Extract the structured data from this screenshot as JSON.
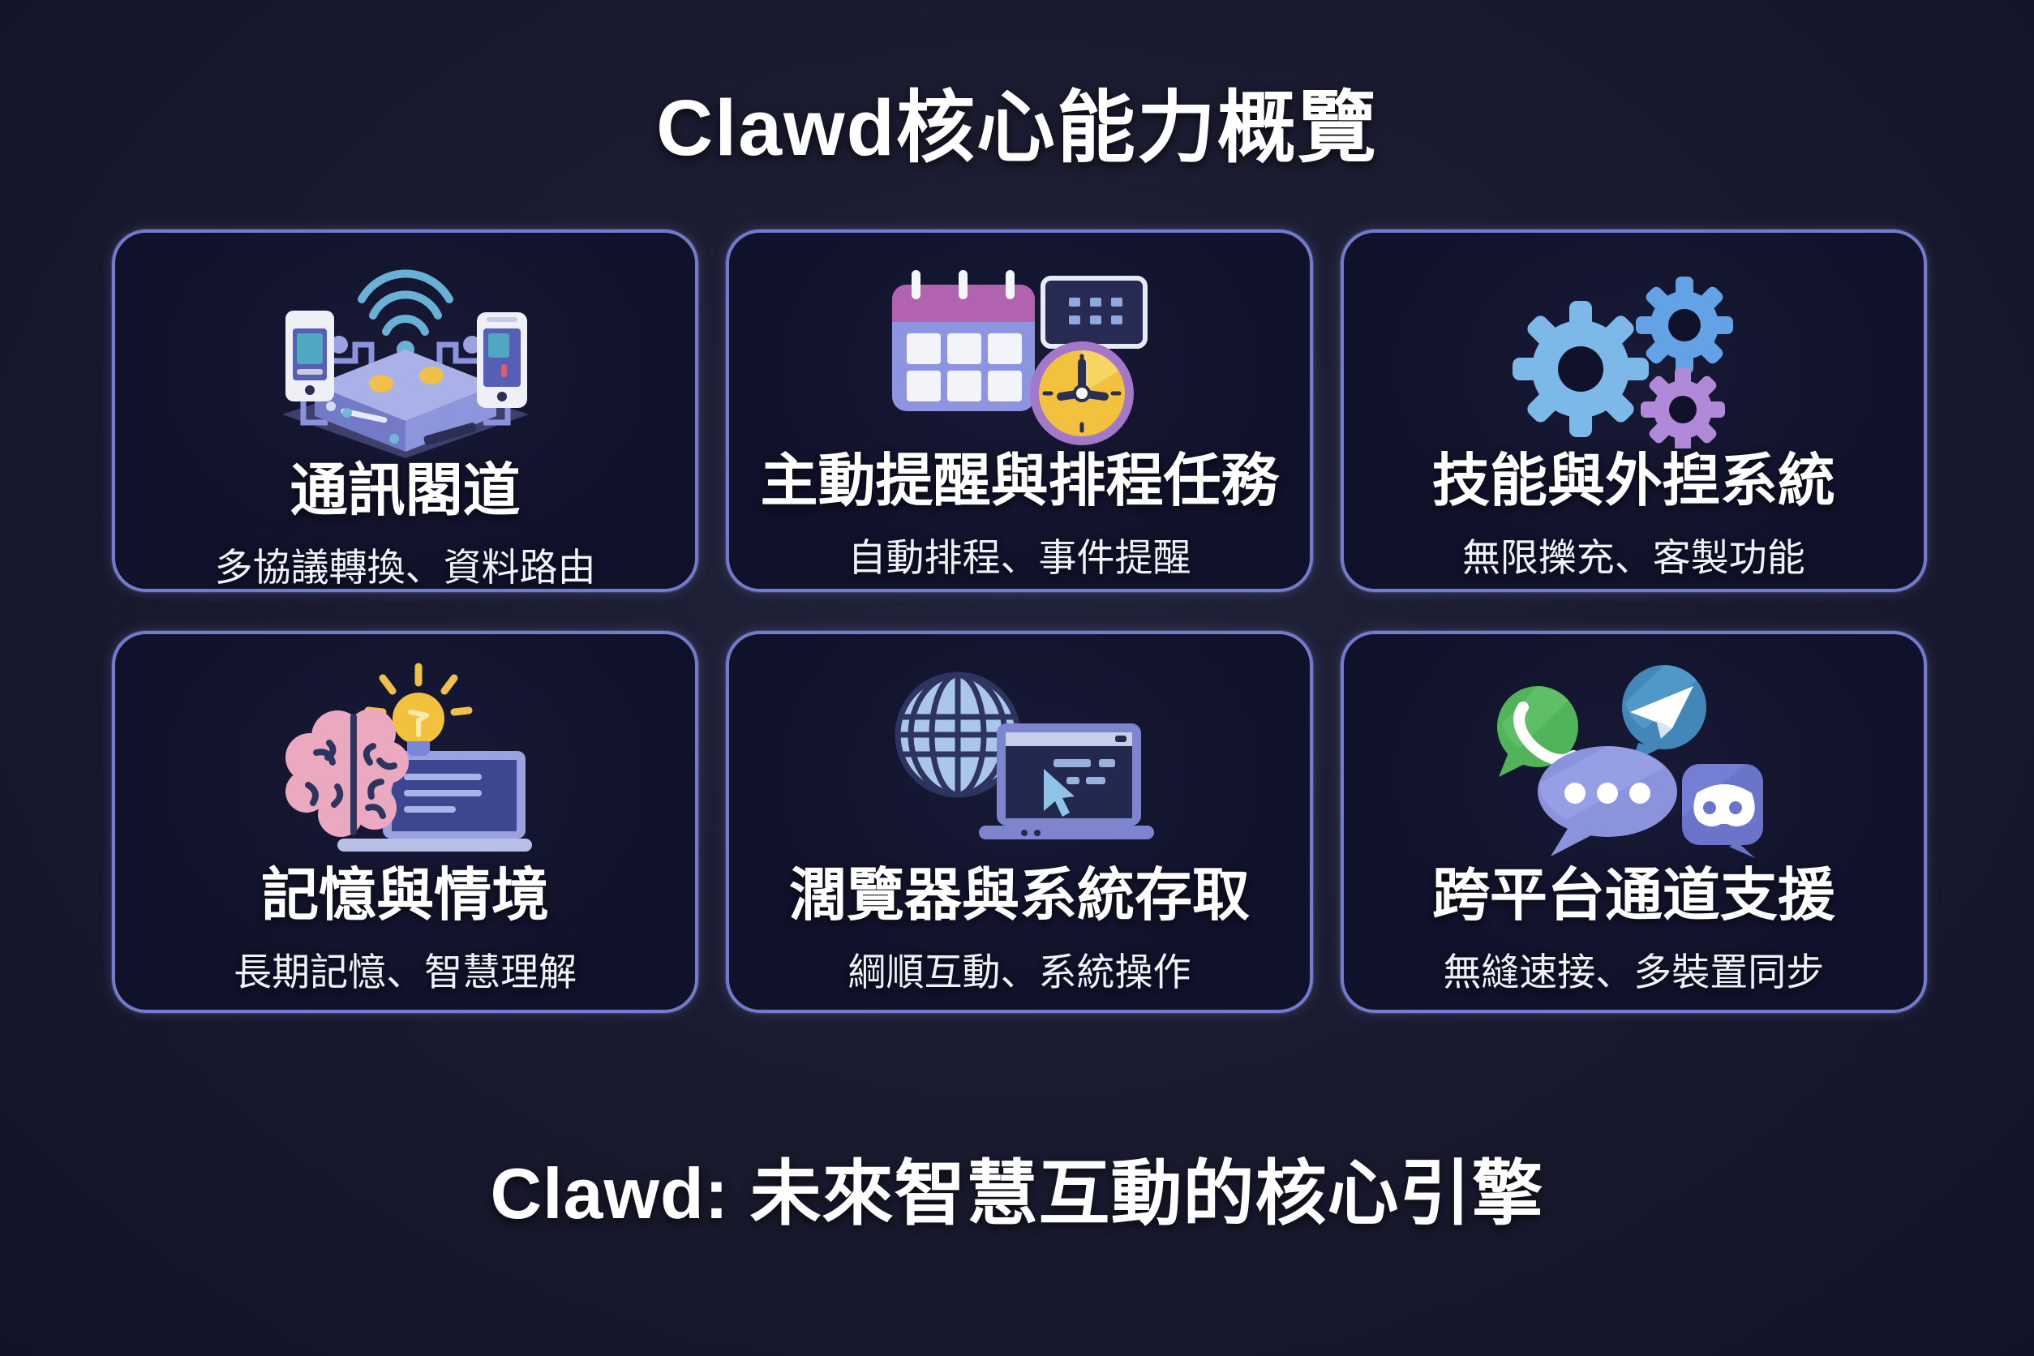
{
  "page": {
    "title": "Clawd核心能力概覽",
    "footer": "Clawd: 未來智慧互動的核心引擎"
  },
  "colors": {
    "background": "#191a2e",
    "card_background": "#10112a",
    "card_border": "#727bce",
    "text": "#ffffff",
    "accent_yellow": "#f2c443",
    "accent_teal": "#69b0d6",
    "accent_periwinkle": "#8b93dd",
    "accent_pink": "#eba9bf",
    "accent_green": "#52b45a",
    "accent_blue": "#4287b8",
    "accent_purple": "#b08ad8"
  },
  "cards": [
    {
      "icon": "gateway-router-icon",
      "title": "通訊閣道",
      "subtitle": "多協議轉換、資料路由"
    },
    {
      "icon": "calendar-clock-icon",
      "title": "主動提醒與排程任務",
      "subtitle": "自動排程、事件提醒"
    },
    {
      "icon": "gears-icon",
      "title": "技能與外揑系統",
      "subtitle": "無限擽充、客製功能"
    },
    {
      "icon": "brain-bulb-laptop-icon",
      "title": "記憶與情境",
      "subtitle": "長期記憶、智慧理解"
    },
    {
      "icon": "globe-laptop-icon",
      "title": "濶覽器與系統存取",
      "subtitle": "綱順互動、系統操作"
    },
    {
      "icon": "chat-apps-icon",
      "title": "跨平台通道支援",
      "subtitle": "無縫速接、多裝置同步"
    }
  ]
}
